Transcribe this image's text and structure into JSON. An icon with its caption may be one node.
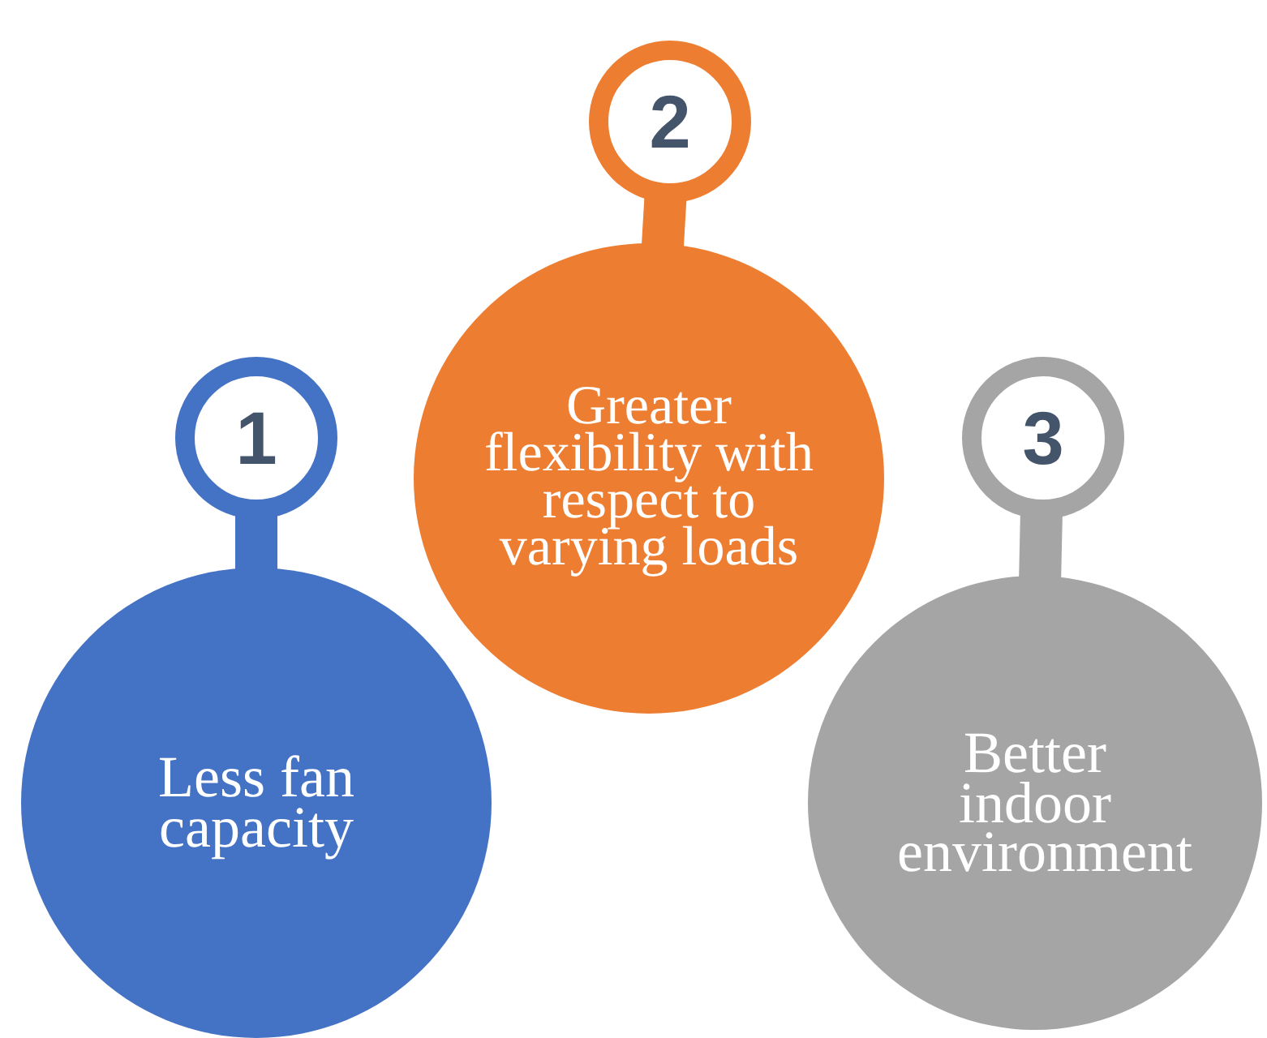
{
  "diagram": {
    "nodes": [
      {
        "text": [
          "1"
        ]
      },
      {
        "text": [
          "Less fan capacity"
        ]
      },
      {
        "text": [
          "2"
        ]
      },
      {
        "text": [
          "Greater flexibility with respect to varying loads"
        ]
      },
      {
        "text": [
          "3"
        ]
      },
      {
        "text": [
          "Better indoor environment"
        ]
      }
    ],
    "edges": [
      {
        "from": 0,
        "to": 1,
        "arrow": "none",
        "color": "#4472c4"
      },
      {
        "from": 2,
        "to": 3,
        "arrow": "none",
        "color": "#ed7d31"
      },
      {
        "from": 4,
        "to": 5,
        "arrow": "none",
        "color": "#a5a5a5"
      }
    ]
  }
}
